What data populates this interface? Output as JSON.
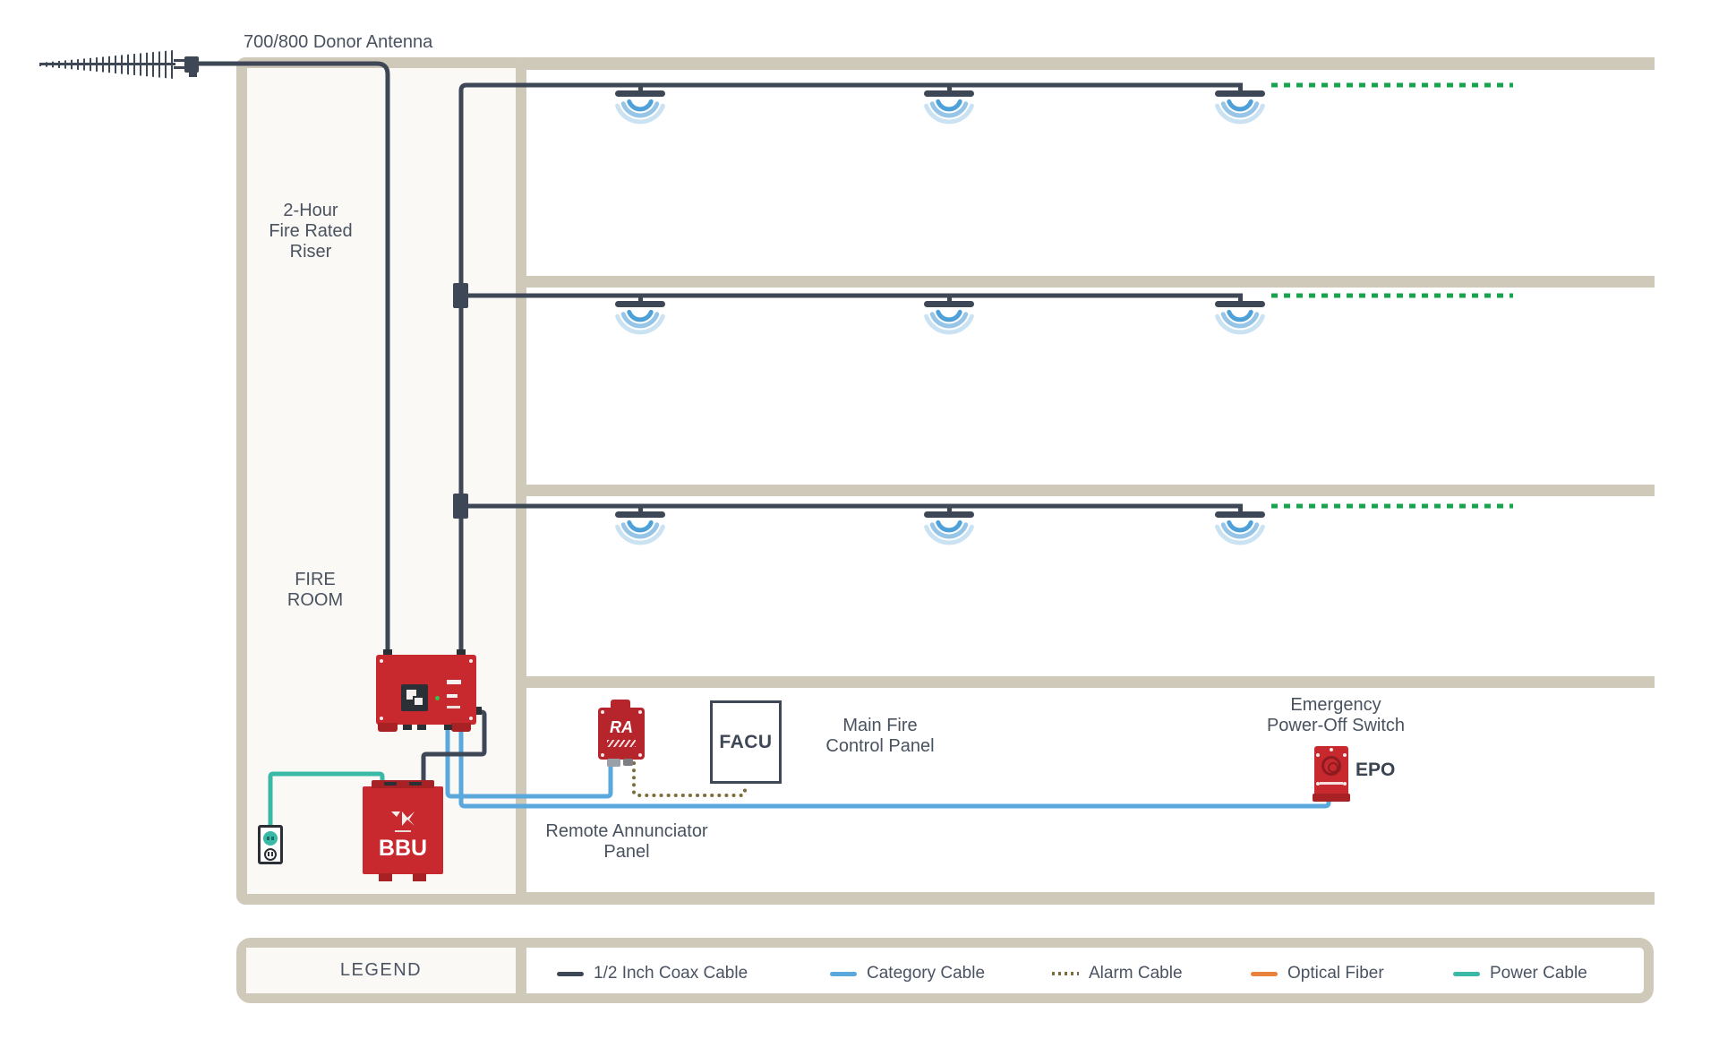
{
  "donor_antenna_label": "700/800 Donor Antenna",
  "riser": {
    "label": "2-Hour\nFire Rated\nRiser",
    "room_label": "FIRE\nROOM"
  },
  "equipment": {
    "bbu_label": "BBU",
    "ra_label": "RA",
    "ra_caption": "Remote Annunciator\nPanel",
    "facu_label": "FACU",
    "main_panel_caption": "Main Fire\nControl Panel",
    "epo_caption": "Emergency\nPower-Off Switch",
    "epo_label": "EPO"
  },
  "legend": {
    "title": "LEGEND",
    "items": [
      {
        "label": "1/2 Inch Coax Cable",
        "color": "#3e4756",
        "style": "solid"
      },
      {
        "label": "Category Cable",
        "color": "#5ba8dc",
        "style": "solid"
      },
      {
        "label": "Alarm Cable",
        "color": "#7c6c3e",
        "style": "dotted"
      },
      {
        "label": "Optical Fiber",
        "color": "#e8823c",
        "style": "solid"
      },
      {
        "label": "Power Cable",
        "color": "#3abaa6",
        "style": "solid"
      }
    ]
  },
  "colors": {
    "structure": "#cfc9b9",
    "coax": "#3e4756",
    "category": "#5ba8dc",
    "alarm": "#7c6c3e",
    "fiber": "#e8823c",
    "power": "#3abaa6",
    "antenna_signal": "#4ea1d8",
    "coverage_dotted": "#17a44d",
    "equipment_red": "#c8292e",
    "text": "#49525f"
  }
}
